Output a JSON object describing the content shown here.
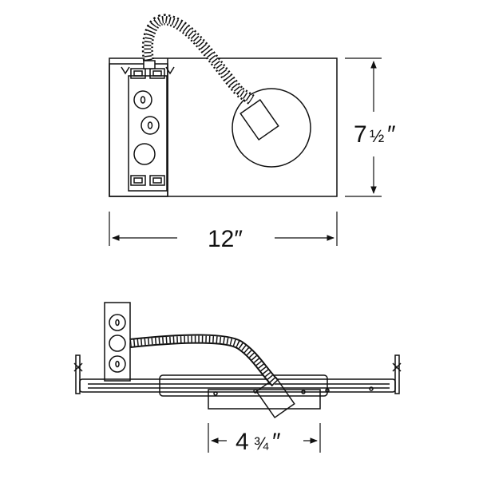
{
  "dimensions": {
    "width_label": "12″",
    "height_whole": "7",
    "height_fraction": "½",
    "height_unit": "″",
    "depth_whole": "4",
    "depth_fraction": "¾",
    "depth_unit": "″"
  },
  "colors": {
    "line": "#111111",
    "background": "#ffffff"
  }
}
